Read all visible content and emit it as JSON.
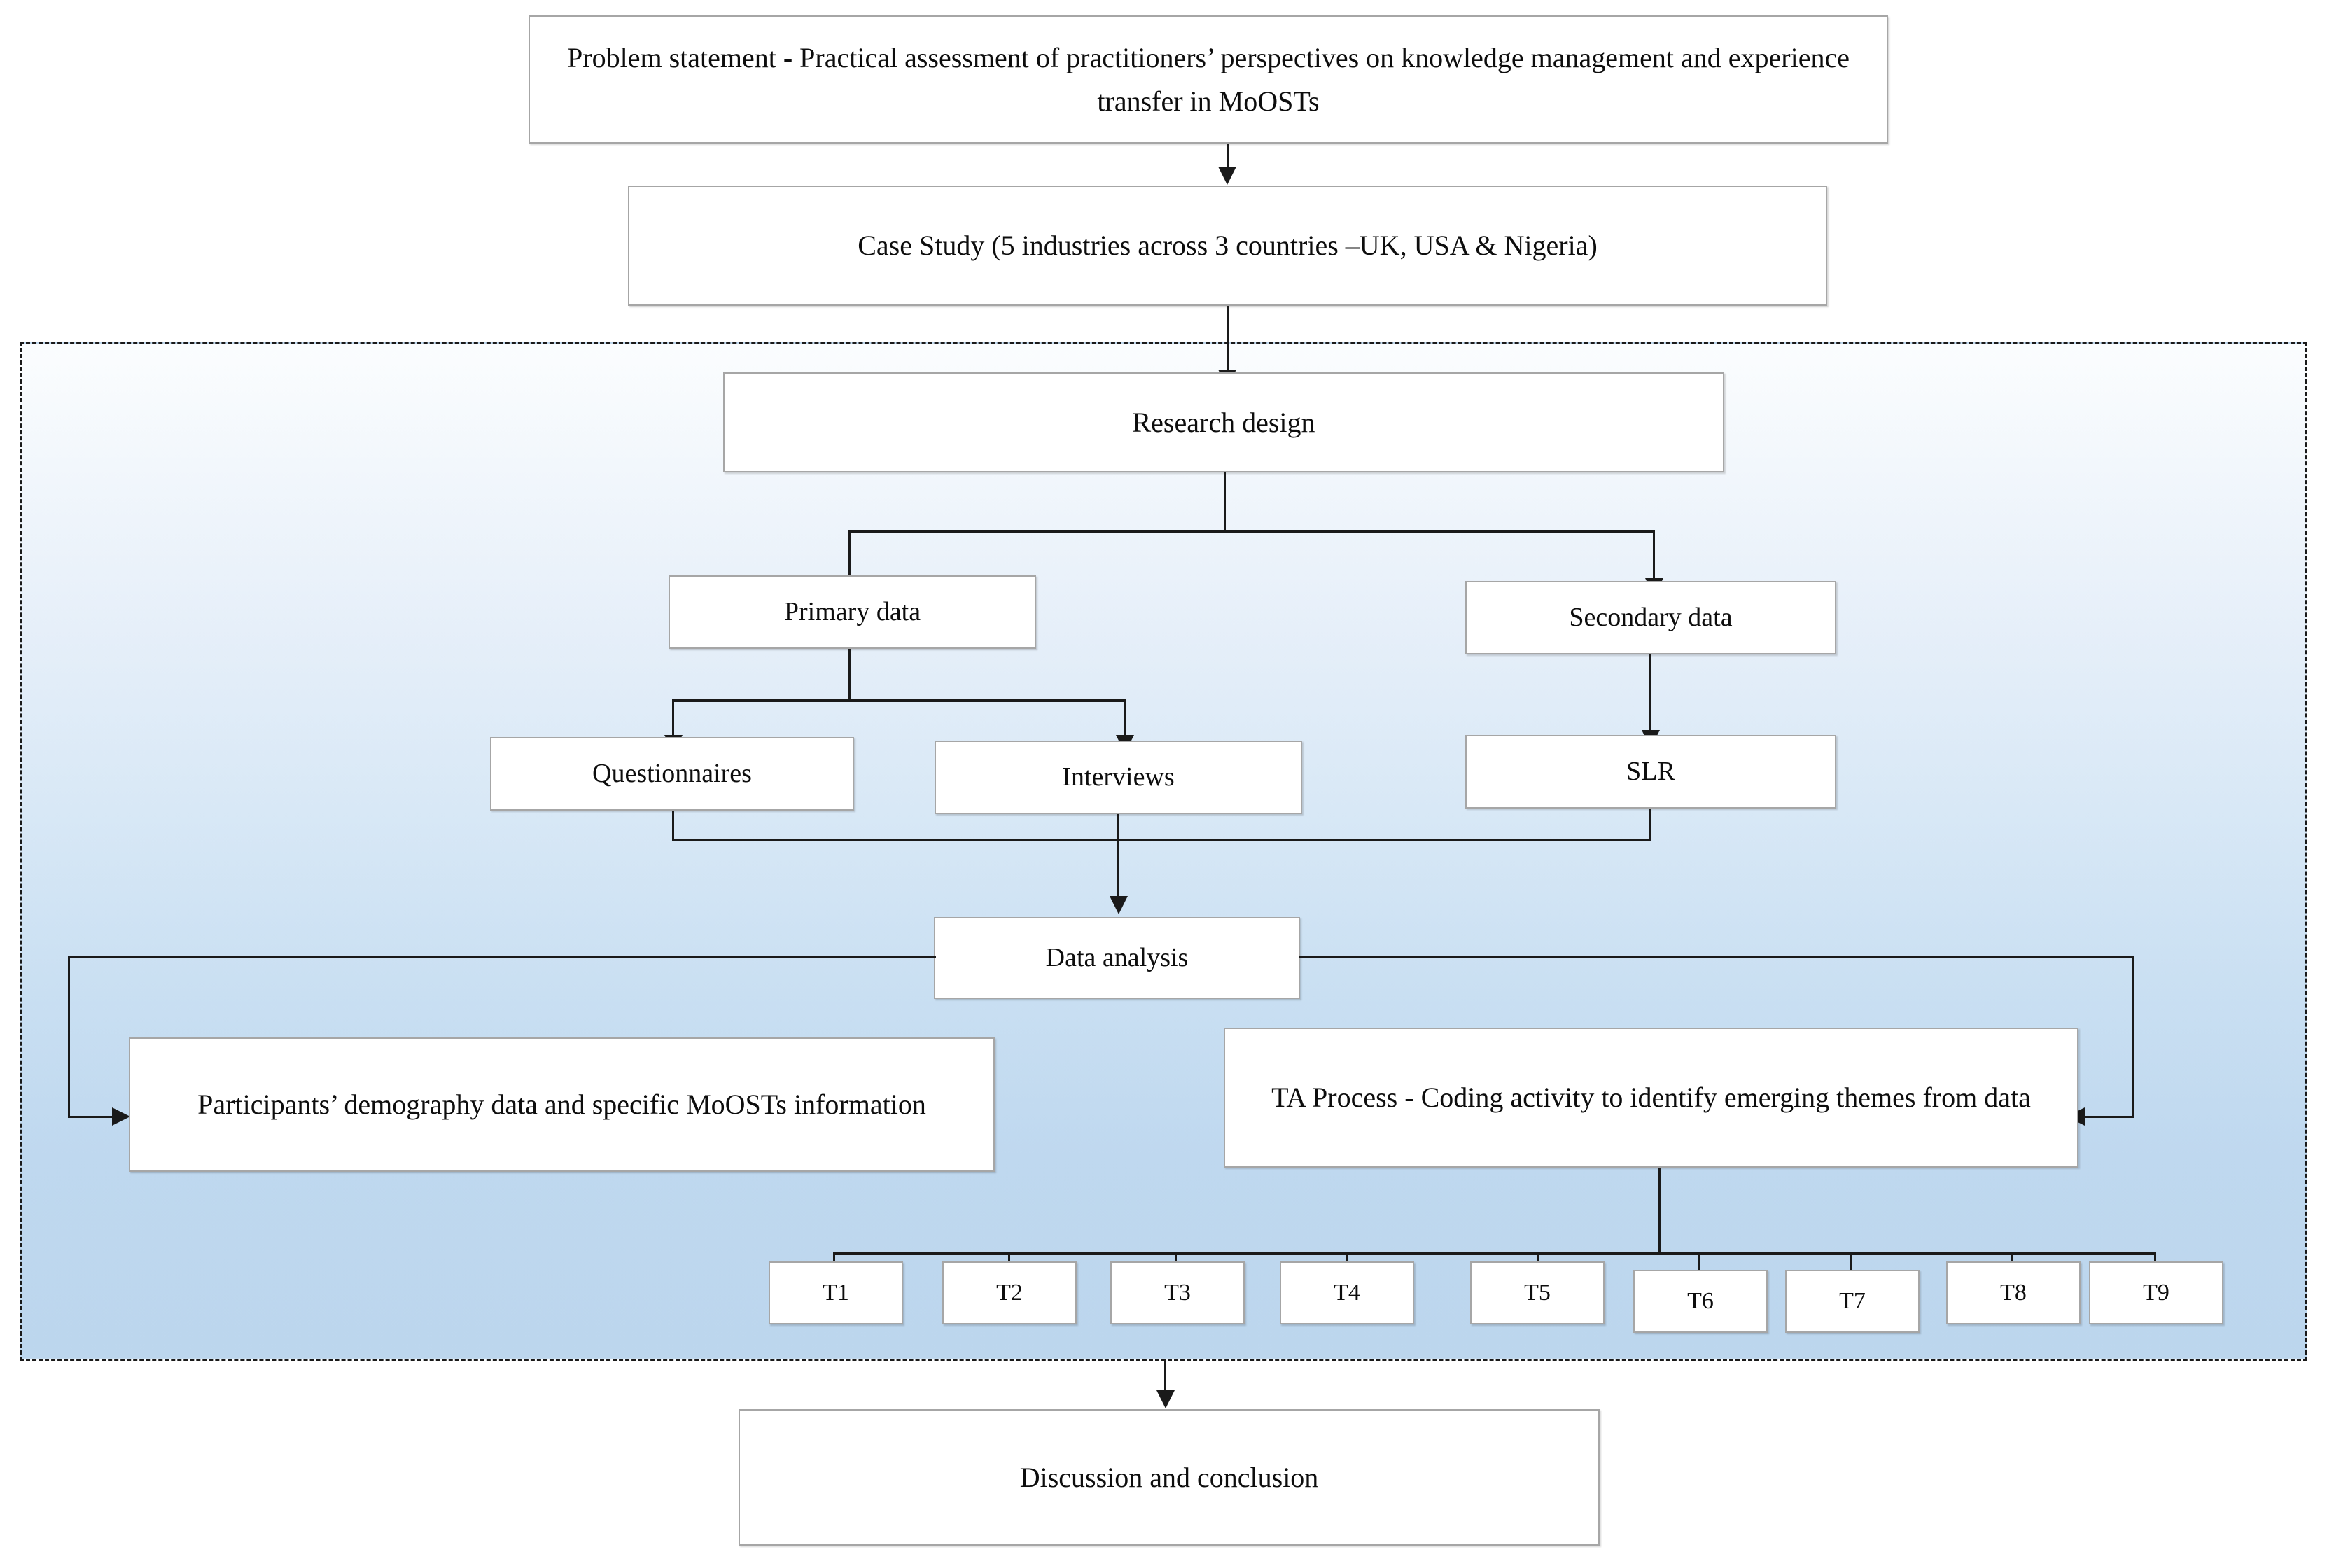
{
  "diagram": {
    "title": "Research methodology flowchart",
    "colors": {
      "region_fill_top": "#fbfdfe",
      "region_fill_bottom": "#bcd6ed",
      "node_fill": "#ffffff",
      "node_border": "#a6a6a6",
      "connector": "#1a1a1a",
      "text": "#0d0d0d"
    }
  },
  "nodes": {
    "problem_statement": "Problem statement  - Practical  assessment  of practitioners’  perspectives  on knowledge management   and experience  transfer  in MoOSTs",
    "case_study": "Case Study (5 industries  across 3 countries  –UK, USA & Nigeria)",
    "research_design": "Research  design",
    "primary_data": "Primary  data",
    "secondary_data": "Secondary  data",
    "questionnaires": "Questionnaires",
    "interviews": "Interviews",
    "slr": "SLR",
    "data_analysis": "Data analysis",
    "participants_demography": "Participants’  demography  data and specific  MoOSTs information",
    "ta_process": "TA Process - Coding  activity  to identify  emerging  themes  from  data",
    "discussion_conclusion": "Discussion  and conclusion"
  },
  "themes": [
    {
      "label": "T1"
    },
    {
      "label": "T2"
    },
    {
      "label": "T3"
    },
    {
      "label": "T4"
    },
    {
      "label": "T5"
    },
    {
      "label": "T6"
    },
    {
      "label": "T7"
    },
    {
      "label": "T8"
    },
    {
      "label": "T9"
    }
  ]
}
